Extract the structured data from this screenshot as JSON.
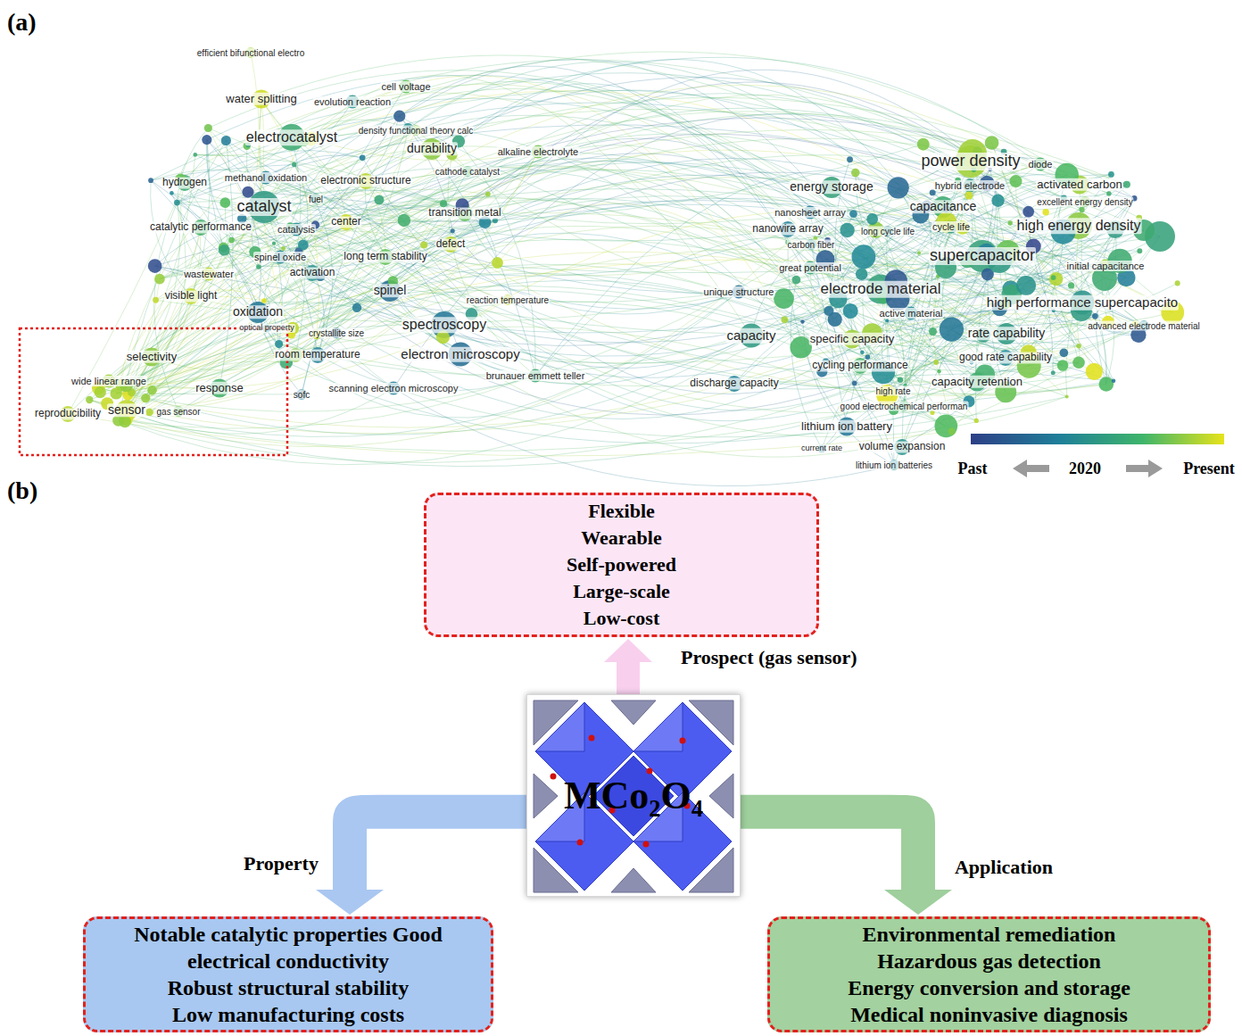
{
  "diagram": {
    "nodes": [
      {
        "text": [
          "Flexible",
          "Wearable",
          "Self-powered",
          "Large-scale",
          "Low-cost"
        ]
      },
      {
        "text": [
          "MCo₂O₄"
        ]
      },
      {
        "text": [
          "Notable catalytic properties Good electrical conductivity",
          "Robust structural stability",
          "Low manufacturing costs"
        ]
      },
      {
        "text": [
          "Environmental remediation",
          "Hazardous gas detection",
          "Energy conversion and storage",
          "Medical noninvasive diagnosis"
        ]
      }
    ],
    "edges": [
      {
        "from": 1,
        "to": 0,
        "label": "Prospect (gas sensor)",
        "arrow": "to"
      },
      {
        "from": 1,
        "to": 2,
        "label": "Property",
        "arrow": "to"
      },
      {
        "from": 1,
        "to": 3,
        "label": "Application",
        "arrow": "to"
      }
    ],
    "labels": [
      "(a)",
      "efficient bifunctional electro",
      "cell voltage",
      "water splitting",
      "evolution reaction",
      "electrocatalyst",
      "density functional theory calc",
      "durability",
      "alkaline electrolyte",
      "cathode catalyst",
      "hydrogen",
      "methanol oxidation",
      "electronic structure",
      "fuel",
      "catalyst",
      "catalytic performance",
      "catalysis",
      "center",
      "transition metal",
      "spinel oxide",
      "long term stability",
      "defect",
      "activation",
      "wastewater",
      "spinel",
      "visible light",
      "reaction temperature",
      "oxidation",
      "optical property",
      "crystallite size",
      "spectroscopy",
      "selectivity",
      "room temperature",
      "electron microscopy",
      "brunauer emmett teller",
      "wide linear range",
      "response",
      "sofc",
      "scanning electron microscopy",
      "reproducibility",
      "sensor",
      "gas sensor",
      "power density",
      "diode",
      "energy storage",
      "hybrid electrode",
      "activated carbon",
      "excellent energy density",
      "nanosheet array",
      "capacitance",
      "nanowire array",
      "long cycle life",
      "cycle life",
      "high energy density",
      "carbon fiber",
      "supercapacitor",
      "initial capacitance",
      "great potential",
      "unique structure",
      "electrode material",
      "high performance supercapacito",
      "active material",
      "advanced electrode material",
      "capacity",
      "specific capacity",
      "rate capability",
      "good rate capability",
      "cycling performance",
      "discharge capacity",
      "capacity retention",
      "high rate",
      "good electrochemical performan",
      "lithium ion battery",
      "current rate",
      "volume expansion",
      "lithium ion batteries",
      "Past",
      "2020",
      "Present",
      "(b)"
    ]
  }
}
